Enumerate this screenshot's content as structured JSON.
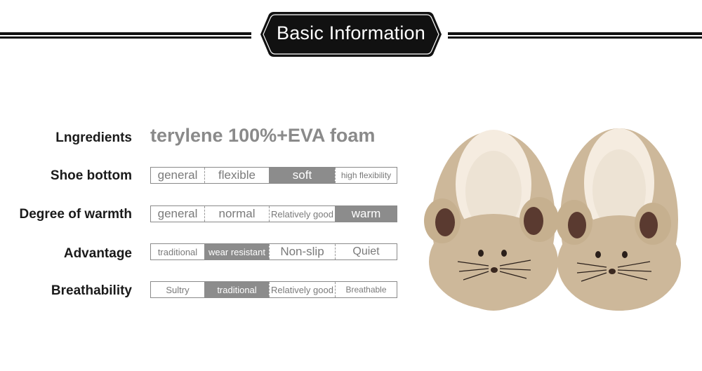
{
  "header": {
    "title": "Basic Information"
  },
  "ingredients": {
    "label": "Lngredients",
    "value": "terylene 100%+EVA foam"
  },
  "rows": [
    {
      "label": "Shoe bottom",
      "options": [
        "general",
        "flexible",
        "soft",
        "high flexibility"
      ],
      "selected": 2
    },
    {
      "label": "Degree of warmth",
      "options": [
        "general",
        "normal",
        "Relatively good",
        "warm"
      ],
      "selected": 3
    },
    {
      "label": "Advantage",
      "options": [
        "traditional",
        "wear resistant",
        "Non-slip",
        "Quiet"
      ],
      "selected": 1
    },
    {
      "label": "Breathability",
      "options": [
        "Sultry",
        "traditional",
        "Relatively good",
        "Breathable"
      ],
      "selected": 1
    }
  ],
  "colors": {
    "selected_fill": "#8c8c8c",
    "border": "#8a8a8a",
    "plush": "#cdb89a",
    "rule": "#111111"
  }
}
